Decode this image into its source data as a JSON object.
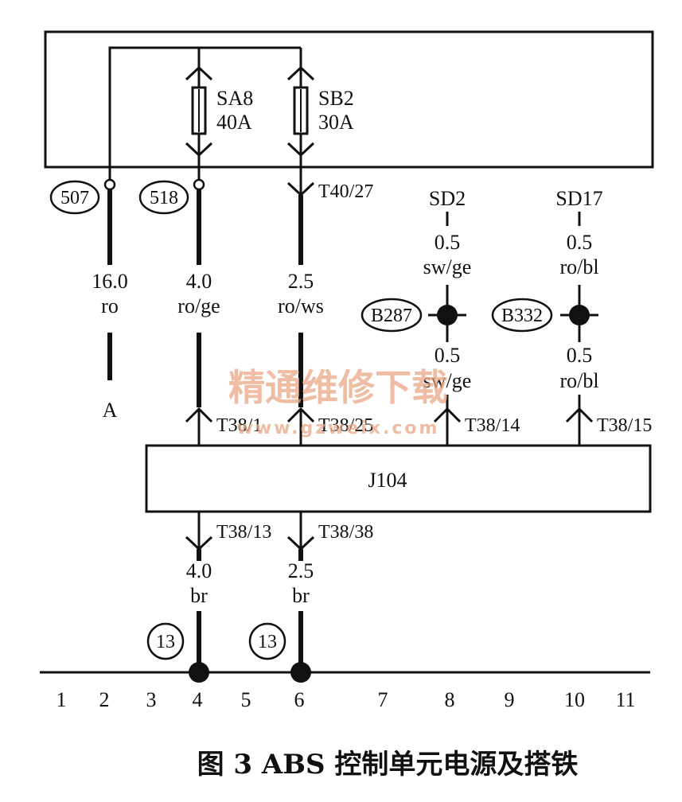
{
  "fuses": [
    {
      "name": "SA8",
      "rating": "40A"
    },
    {
      "name": "SB2",
      "rating": "30A"
    }
  ],
  "nodes": {
    "n507": "507",
    "n518": "518",
    "b287": "B287",
    "b332": "B332",
    "ground1": "13",
    "ground2": "13"
  },
  "connectors": {
    "t40_27": "T40/27",
    "t38_1": "T38/1",
    "t38_25": "T38/25",
    "t38_14": "T38/14",
    "t38_15": "T38/15",
    "t38_13": "T38/13",
    "t38_38": "T38/38"
  },
  "sources": {
    "sd2": "SD2",
    "sd17": "SD17"
  },
  "wires": {
    "w1": {
      "size": "16.0",
      "color": "ro"
    },
    "w2": {
      "size": "4.0",
      "color": "ro/ge"
    },
    "w3": {
      "size": "2.5",
      "color": "ro/ws"
    },
    "sd2_top": {
      "size": "0.5",
      "color": "sw/ge"
    },
    "sd2_bottom": {
      "size": "0.5",
      "color": "sw/ge"
    },
    "sd17_top": {
      "size": "0.5",
      "color": "ro/bl"
    },
    "sd17_bottom": {
      "size": "0.5",
      "color": "ro/bl"
    },
    "g1": {
      "size": "4.0",
      "color": "br"
    },
    "g2": {
      "size": "2.5",
      "color": "br"
    }
  },
  "terminal_a": "A",
  "module": "J104",
  "ruler": [
    "1",
    "2",
    "3",
    "4",
    "5",
    "6",
    "7",
    "8",
    "9",
    "10",
    "11"
  ],
  "watermark": {
    "cn": "精通维修下载",
    "url": "www.gzweix.com"
  },
  "caption": "图 3  ABS 控制单元电源及搭铁"
}
